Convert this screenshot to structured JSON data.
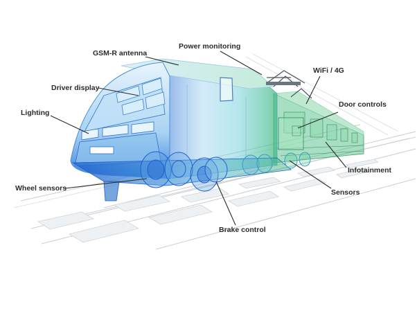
{
  "callouts": {
    "gsm_r_antenna": "GSM-R antenna",
    "power_monitoring": "Power monitoring",
    "wifi_4g": "WiFi / 4G",
    "driver_display": "Driver display",
    "door_controls": "Door controls",
    "lighting": "Lighting",
    "infotainment": "Infotainment",
    "wheel_sensors": "Wheel sensors",
    "sensors": "Sensors",
    "brake_control": "Brake control"
  },
  "colors": {
    "label_text": "#2b2b2b",
    "leader_line": "#2b2b2b",
    "body_blue": "#2a6fd6",
    "body_light_blue": "#9fd2f0",
    "body_cyan": "#5ec9d6",
    "body_green": "#3fb87a",
    "track_grey": "#c9ced3"
  }
}
